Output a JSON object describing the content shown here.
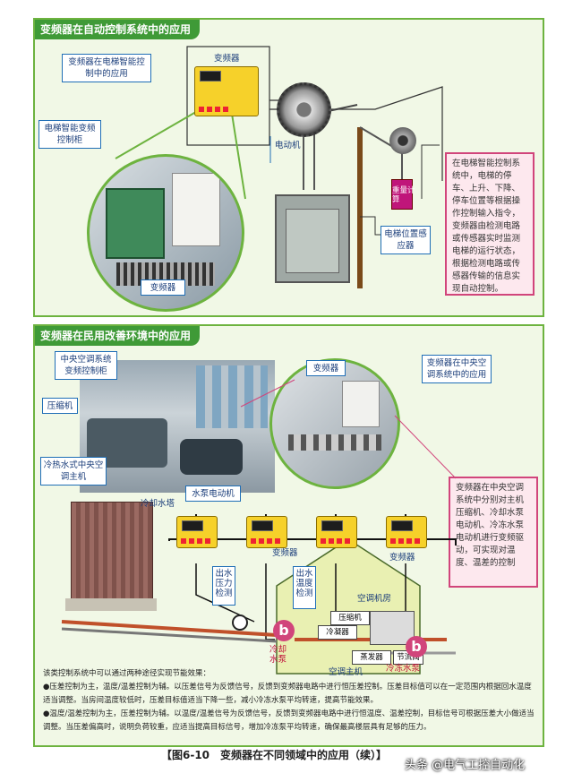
{
  "top_panel": {
    "title": "变频器在自动控制系统中的应用",
    "callout_app": "变频器在电梯智能控制中的应用",
    "callout_cabinet": "电梯智能变频控制柜",
    "label_inverter_top": "变频器",
    "label_inverter_photo": "变频器",
    "label_motor": "电动机",
    "label_weight": "重量计算",
    "label_sensor": "电梯位置感应器",
    "description": "在电梯智能控制系统中，电梯的停车、上升、下降、停车位置等根据操作控制输入指令，变频器由检测电路或传感器实时监测电梯的运行状态，根据检测电路或传感器传输的信息实现自动控制。"
  },
  "bottom_panel": {
    "title": "变频器在民用改善环境中的应用",
    "callout_cabinet": "中央空调系统变频控制柜",
    "callout_compressor": "压缩机",
    "callout_host": "冷热水式中央空调主机",
    "callout_pump_motor": "水泵电动机",
    "callout_inverter_photo": "变频器",
    "callout_central": "变频器在中央空调系统中的应用",
    "description": "变频器在中央空调系统中分别对主机压缩机、冷却水泵电动机、冷冻水泵电动机进行变频驱动，可实现对温度、温差的控制",
    "label_cooling_tower": "冷却水塔",
    "label_inverter_a": "变频器",
    "label_inverter_b": "变频器",
    "label_outlet_pressure": "出水压力检测",
    "label_outlet_temp": "出水温度检测",
    "label_room": "空调机房",
    "label_compressor": "压缩机",
    "label_condenser": "冷凝器",
    "label_evaporator": "蒸发器",
    "label_expansion_valve": "节流阀",
    "label_cooling_pump": "冷却水泵",
    "label_host": "空调主机",
    "label_chilled_pump": "冷冻水泵"
  },
  "notes": {
    "intro": "该类控制系统中可以通过两种途径实现节能效果：",
    "item1": "●压差控制为主，温度/温差控制为辅。以压差信号为反馈信号，反馈到变频器电路中进行恒压差控制。压差目标值可以在一定范围内根据回水温度适当调整。当房间温度较低时，压差目标值适当下降一些，减小冷冻水泵平均转速，提高节能效果。",
    "item2": "●温度/温差控制为主，压差控制为辅。以温度/温差信号为反馈信号，反馈到变频器电路中进行恒温度、温差控制，目标信号可根据压差大小做适当调整。当压差偏高时，说明负荷较重，应适当提高目标信号，增加冷冻泵平均转速，确保最高楼层具有足够的压力。"
  },
  "caption": "【图6-10　变频器在不同领域中的应用（续）】",
  "watermark": "头条 @电气工控自动化",
  "colors": {
    "panel_border": "#6db33f",
    "panel_head": "#3f9a37",
    "callout_border": "#1f6eb6",
    "accent_pink": "#d1457b"
  }
}
